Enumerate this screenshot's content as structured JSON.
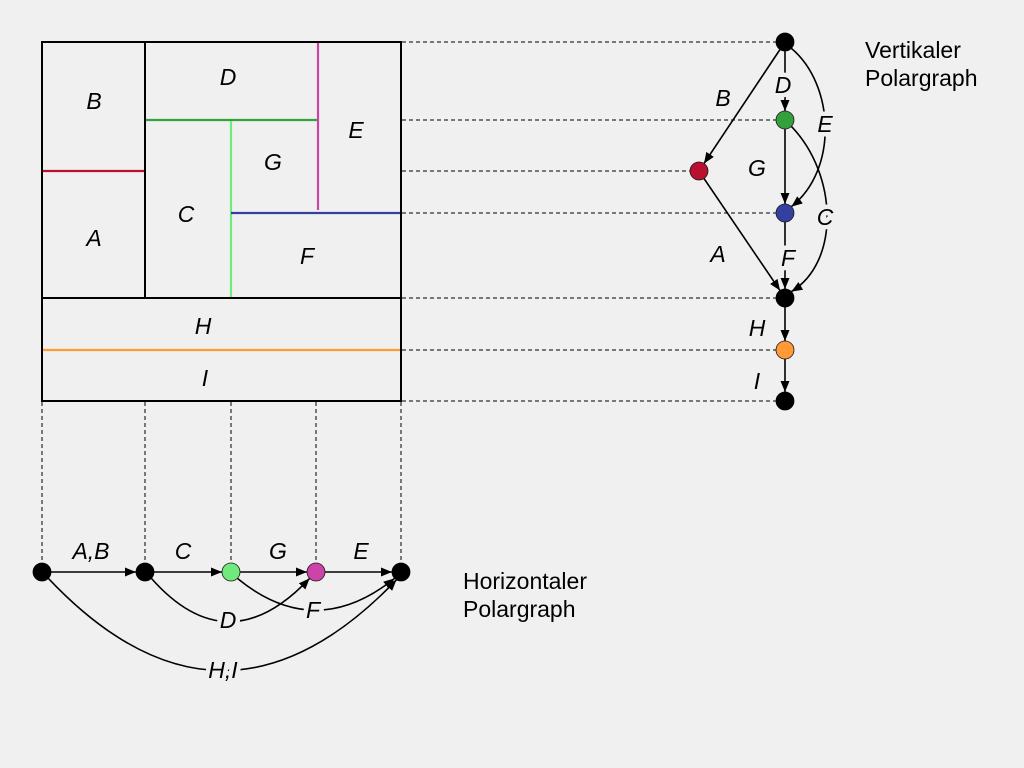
{
  "floorplan": {
    "rooms": [
      "B",
      "A",
      "D",
      "E",
      "G",
      "C",
      "F",
      "H",
      "I"
    ]
  },
  "vertical_graph": {
    "title": [
      "Vertikaler",
      "Polargraph"
    ],
    "edge_labels": [
      "D",
      "B",
      "E",
      "G",
      "C",
      "A",
      "F",
      "H",
      "I"
    ]
  },
  "horizontal_graph": {
    "title": [
      "Horizontaler",
      "Polargraph"
    ],
    "edge_labels": [
      "A,B",
      "C",
      "G",
      "E",
      "D",
      "F",
      "H,I"
    ]
  },
  "colors": {
    "red": "#b8102e",
    "green": "#34a03c",
    "magenta": "#cc44a8",
    "light_green": "#70ea7c",
    "blue": "#3340a0",
    "orange": "#ff9a36"
  }
}
